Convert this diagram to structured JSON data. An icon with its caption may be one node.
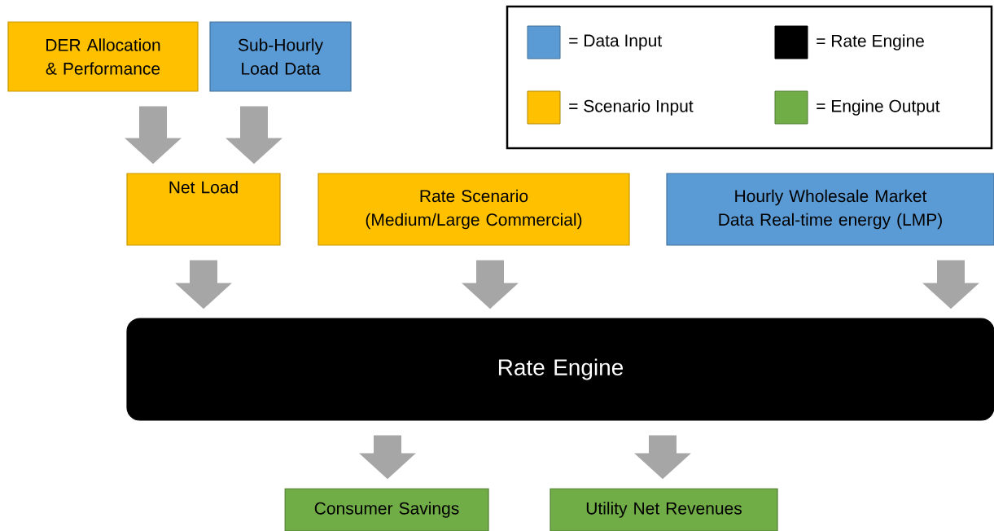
{
  "diagram": {
    "nodes": [
      {
        "text": [
          "DER Allocation & Performance"
        ]
      },
      {
        "text": [
          "Sub-Hourly Load Data"
        ]
      },
      {
        "text": [
          "Net Load"
        ]
      },
      {
        "text": [
          "Rate Scenario (Medium/Large Commercial)"
        ]
      },
      {
        "text": [
          "Hourly Wholesale Market Data Real-time energy (LMP)"
        ]
      },
      {
        "text": [
          "Rate Engine"
        ]
      },
      {
        "text": [
          "Consumer Savings"
        ]
      },
      {
        "text": [
          "Utility Net Revenues"
        ]
      }
    ],
    "edges": [
      {
        "from": 0,
        "to": 2,
        "arrow": "to"
      },
      {
        "from": 1,
        "to": 2,
        "arrow": "to"
      },
      {
        "from": 2,
        "to": 5,
        "arrow": "to"
      },
      {
        "from": 3,
        "to": 5,
        "arrow": "to"
      },
      {
        "from": 4,
        "to": 5,
        "arrow": "to"
      },
      {
        "from": 5,
        "to": 6,
        "arrow": "to"
      },
      {
        "from": 5,
        "to": 7,
        "arrow": "to"
      }
    ],
    "legend": [
      {
        "text": "= Data Input",
        "color": "#5b9bd5"
      },
      {
        "text": "= Rate Engine",
        "color": "#000000"
      },
      {
        "text": "= Scenario Input",
        "color": "#ffc000"
      },
      {
        "text": "= Engine Output",
        "color": "#70ad47"
      }
    ]
  }
}
